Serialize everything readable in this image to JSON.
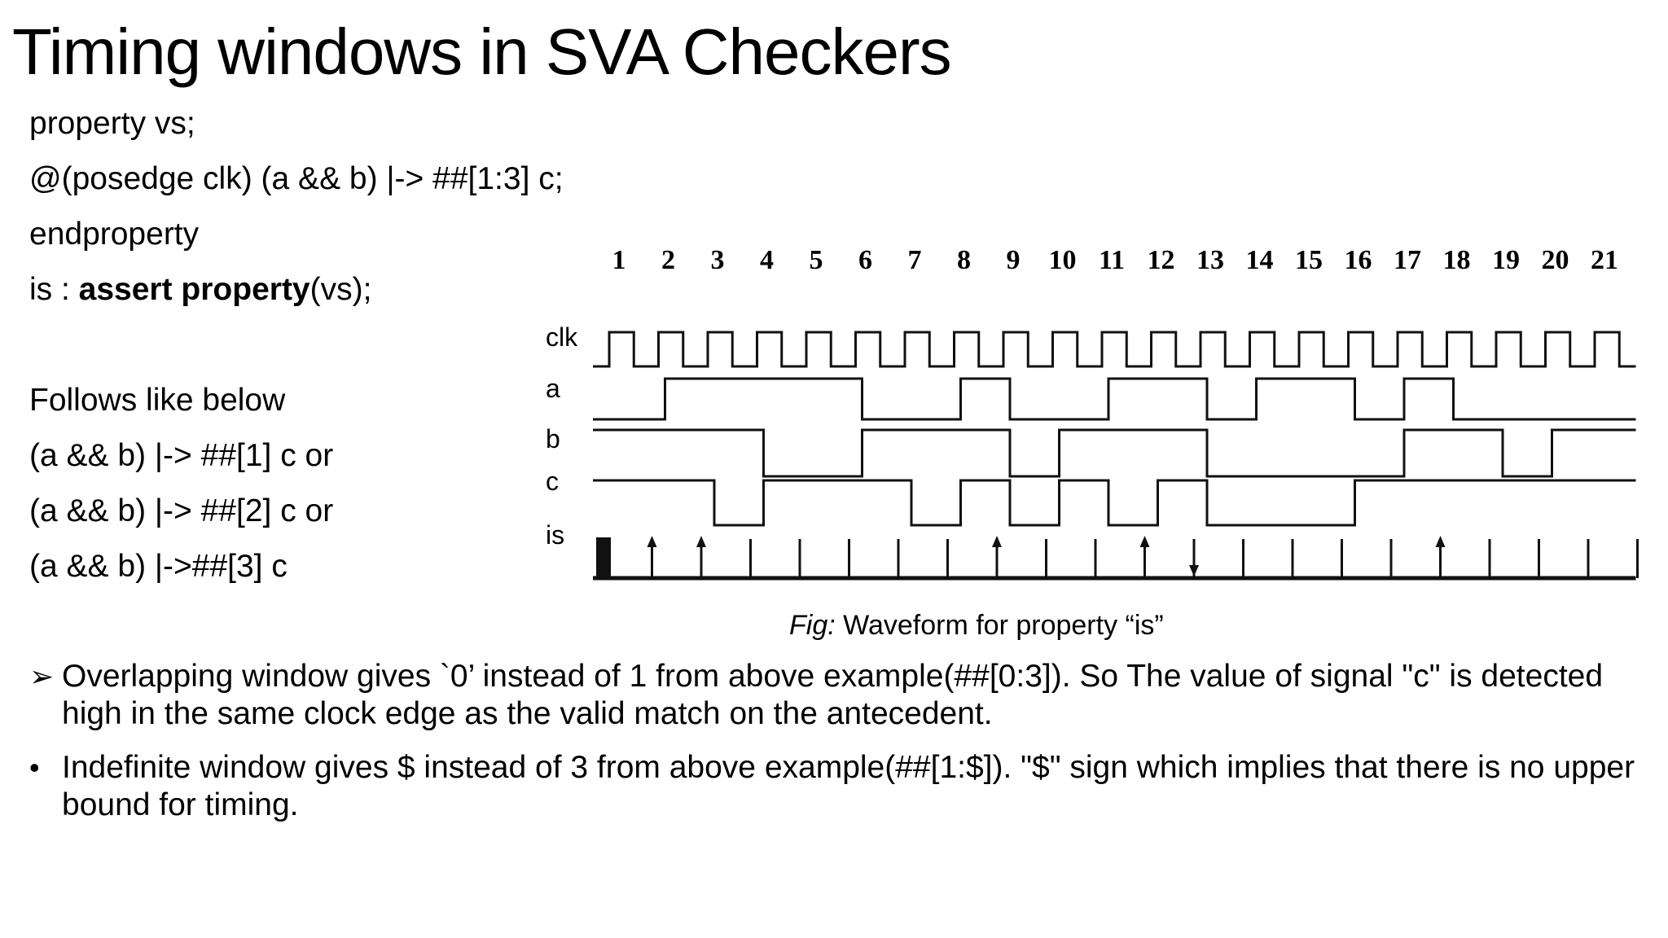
{
  "title": "Timing windows in SVA Checkers",
  "code": {
    "line1": "property vs;",
    "line2": "@(posedge clk) (a && b) |-> ##[1:3] c;",
    "line3": "endproperty",
    "line4_prefix": "is : ",
    "line4_bold": "assert property",
    "line4_suffix": "(vs);",
    "line5": "Follows like below",
    "line6": "(a && b) |-> ##[1] c or",
    "line7": "(a && b) |-> ##[2] c or",
    "line8": "(a && b) |->##[3] c"
  },
  "waveform": {
    "cycles": [
      "1",
      "2",
      "3",
      "4",
      "5",
      "6",
      "7",
      "8",
      "9",
      "10",
      "11",
      "12",
      "13",
      "14",
      "15",
      "16",
      "17",
      "18",
      "19",
      "20",
      "21"
    ],
    "signals": {
      "clk": "clk",
      "a": "a",
      "b": "b",
      "c": "c",
      "is": "is"
    },
    "a_levels": [
      0,
      1,
      1,
      1,
      1,
      0,
      0,
      1,
      0,
      0,
      1,
      1,
      0,
      1,
      1,
      0,
      1,
      0,
      0,
      0,
      0
    ],
    "b_levels": [
      1,
      1,
      1,
      0,
      0,
      1,
      1,
      1,
      0,
      1,
      1,
      1,
      0,
      0,
      0,
      0,
      1,
      1,
      0,
      1,
      1
    ],
    "c_levels": [
      1,
      1,
      0,
      1,
      1,
      1,
      0,
      1,
      0,
      1,
      0,
      1,
      0,
      0,
      0,
      1,
      1,
      1,
      1,
      1,
      1
    ],
    "is_marks": [
      "block",
      "up",
      "up",
      "tick",
      "tick",
      "tick",
      "tick",
      "tick",
      "up",
      "tick",
      "tick",
      "up",
      "down",
      "tick",
      "tick",
      "tick",
      "tick",
      "up",
      "tick",
      "tick",
      "tick",
      "tick"
    ]
  },
  "caption": {
    "prefix": "Fig:",
    "text": " Waveform for property “is”"
  },
  "bullets": [
    {
      "mark": "➢",
      "text": "Overlapping window gives `0’ instead of 1 from above example(##[0:3]). So The value of signal \"c\" is detected high in the same clock edge as the valid match on the antecedent."
    },
    {
      "mark": "•",
      "text": "Indefinite  window gives $ instead of 3 from above example(##[1:$]). \"$\" sign which implies that there is no upper bound for timing."
    }
  ]
}
